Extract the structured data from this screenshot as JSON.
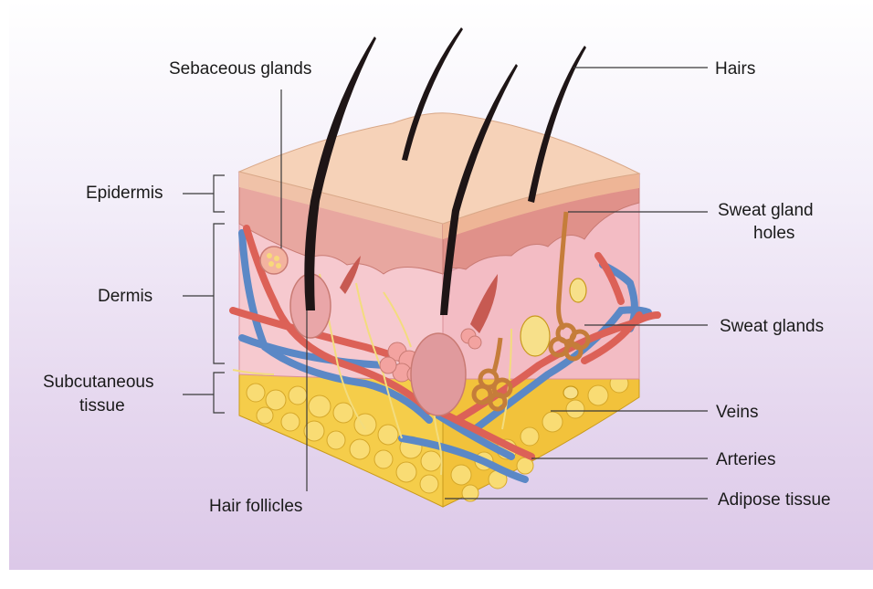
{
  "diagram": {
    "labels": {
      "sebaceous_glands": "Sebaceous glands",
      "hairs": "Hairs",
      "epidermis": "Epidermis",
      "sweat_gland_holes_line1": "Sweat gland",
      "sweat_gland_holes_line2": "holes",
      "dermis": "Dermis",
      "sweat_glands": "Sweat glands",
      "subcutaneous_line1": "Subcutaneous",
      "subcutaneous_line2": "tissue",
      "veins": "Veins",
      "arteries": "Arteries",
      "hair_follicles": "Hair follicles",
      "adipose_tissue": "Adipose tissue"
    }
  },
  "colors": {
    "epidermis_top": "#f6d2b8",
    "epidermis_layer": "#e8a7a0",
    "dermis": "#f6c9cf",
    "subcutaneous": "#f5cd4a",
    "hair": "#1e1516",
    "vein": "#5b88c6",
    "artery": "#dc6157",
    "sweat_gland": "#d89a54",
    "nerve": "#f3dc7e"
  }
}
